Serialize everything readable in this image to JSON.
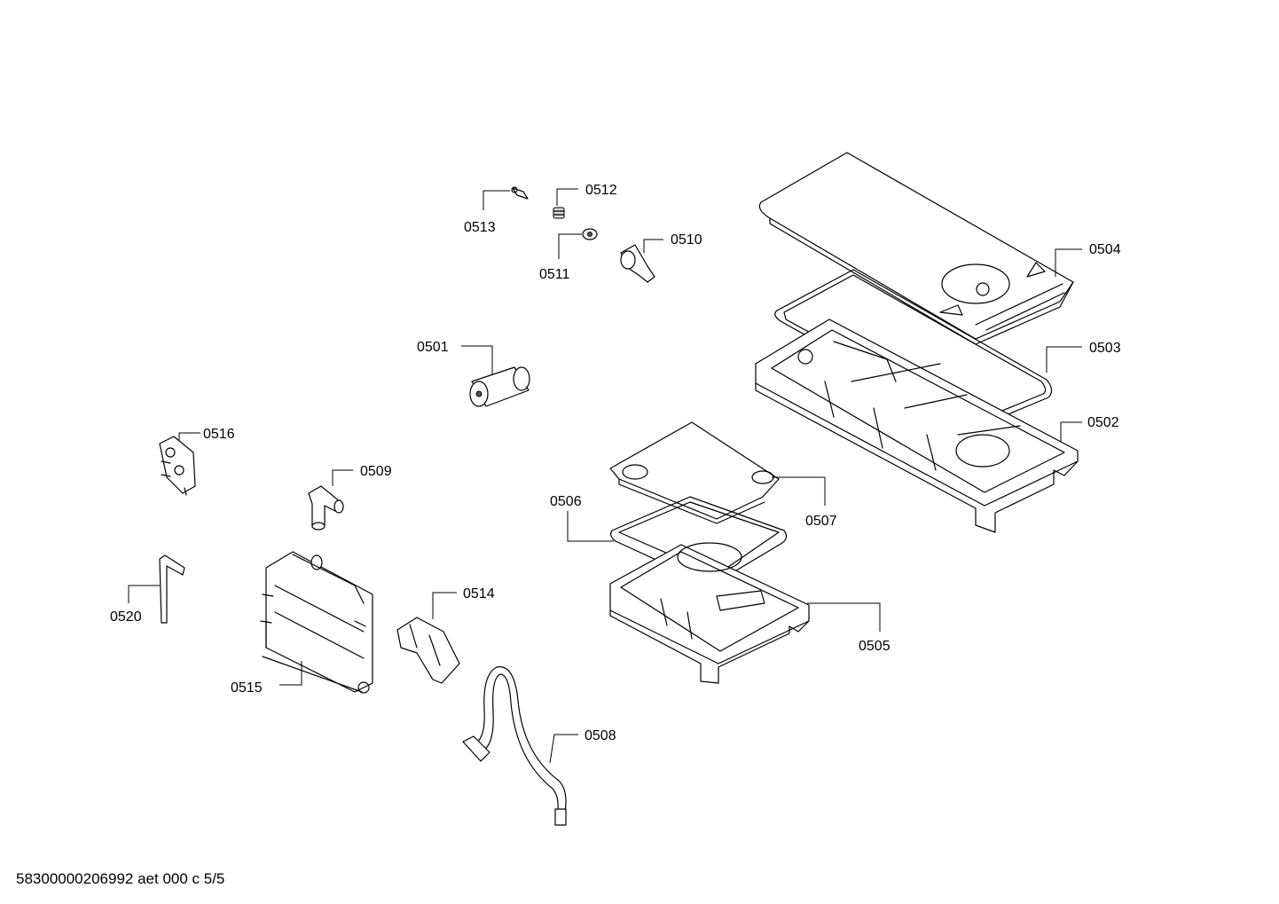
{
  "diagram": {
    "callouts": {
      "p0501": "0501",
      "p0502": "0502",
      "p0503": "0503",
      "p0504": "0504",
      "p0505": "0505",
      "p0506": "0506",
      "p0507": "0507",
      "p0508": "0508",
      "p0509": "0509",
      "p0510": "0510",
      "p0511": "0511",
      "p0512": "0512",
      "p0513": "0513",
      "p0514": "0514",
      "p0515": "0515",
      "p0516": "0516",
      "p0520": "0520"
    }
  },
  "footer": {
    "text": "58300000206992 aet 000 c 5/5"
  }
}
